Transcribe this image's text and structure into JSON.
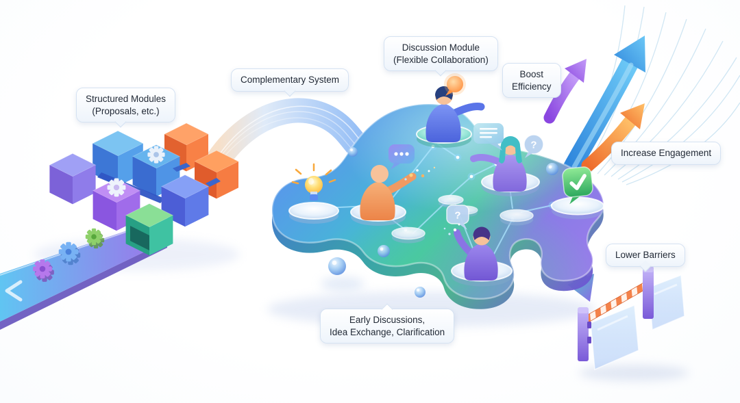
{
  "labels": {
    "structured": {
      "text": "Structured Modules\n(Proposals, etc.)"
    },
    "complementary": {
      "text": "Complementary System"
    },
    "discussion": {
      "text": "Discussion Module\n(Flexible Collaboration)"
    },
    "boost": {
      "text": "Boost\nEfficiency"
    },
    "engagement": {
      "text": "Increase Engagement"
    },
    "barriers": {
      "text": "Lower Barriers"
    },
    "early": {
      "text": "Early Discussions,\nIdea Exchange, Clarification"
    }
  },
  "glyphs": {
    "question_mark": "?"
  },
  "scene": {
    "icons": [
      "gear-icon",
      "lightbulb-icon",
      "checkmark-icon",
      "question-bubble-icon",
      "chat-dots-bubble-icon",
      "chat-lines-bubble-icon",
      "arrow-up-icon",
      "arrow-down-icon",
      "barrier-gate-icon",
      "conveyor-belt",
      "module-cubes",
      "person-figure",
      "network-nodes",
      "flow-ribbon"
    ],
    "palette": {
      "blob_blue": "#5e8ef2",
      "blob_teal": "#4cc4a6",
      "blob_purple": "#9a7cec",
      "arrow_blue": "#2f86dc",
      "arrow_purple": "#8a46e0",
      "arrow_orange": "#ee6c2c",
      "cube_orange": "#f8824a",
      "cube_green": "#3fc2a2",
      "cube_blue": "#4f94e6",
      "cube_purple": "#8a56e0",
      "gear_green": "#8ed06a",
      "barrier_stripe": "#f4824a",
      "checkmark_green": "#3cb465",
      "bulb_yellow": "#ffc94f",
      "label_bg": "#f7fafd",
      "label_border": "#d5e2f2",
      "label_text": "#222a36"
    }
  }
}
